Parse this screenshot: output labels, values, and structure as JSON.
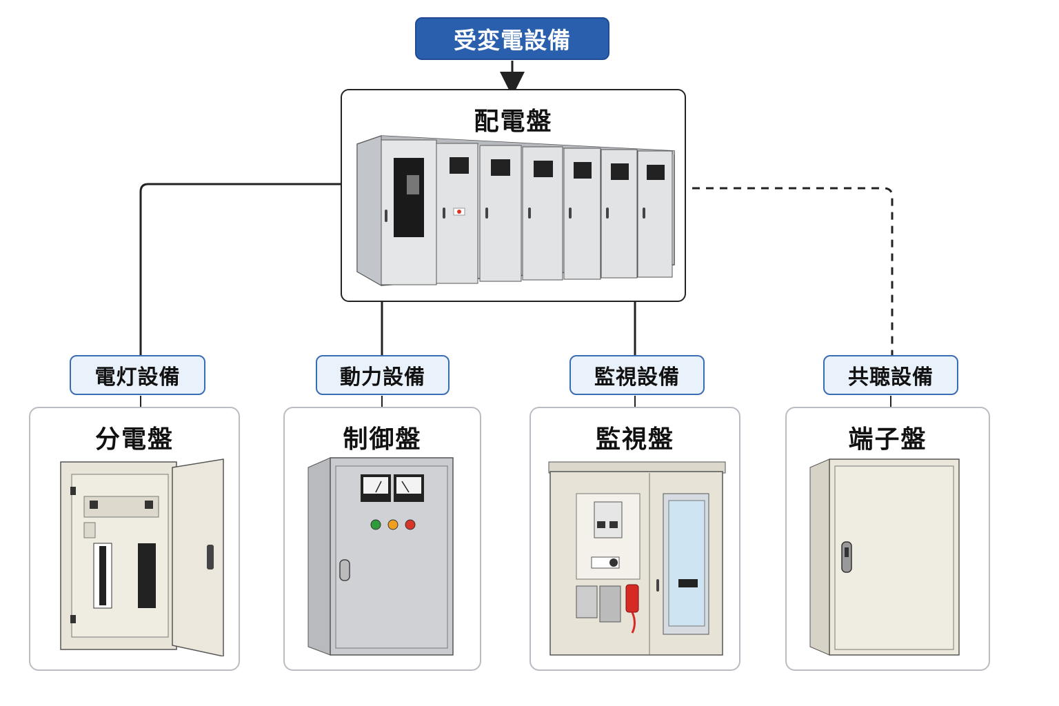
{
  "top_node": {
    "label": "受変電設備"
  },
  "main_panel": {
    "title": "配電盤"
  },
  "branches": [
    {
      "category": "電灯設備",
      "panel": "分電盤",
      "link": "solid"
    },
    {
      "category": "動力設備",
      "panel": "制御盤",
      "link": "solid"
    },
    {
      "category": "監視設備",
      "panel": "監視盤",
      "link": "solid"
    },
    {
      "category": "共聴設備",
      "panel": "端子盤",
      "link": "dashed"
    }
  ],
  "colors": {
    "accent": "#2a5fad",
    "label_fill": "#e9f1fb",
    "label_border": "#3a6cb4",
    "connector": "#222222"
  }
}
